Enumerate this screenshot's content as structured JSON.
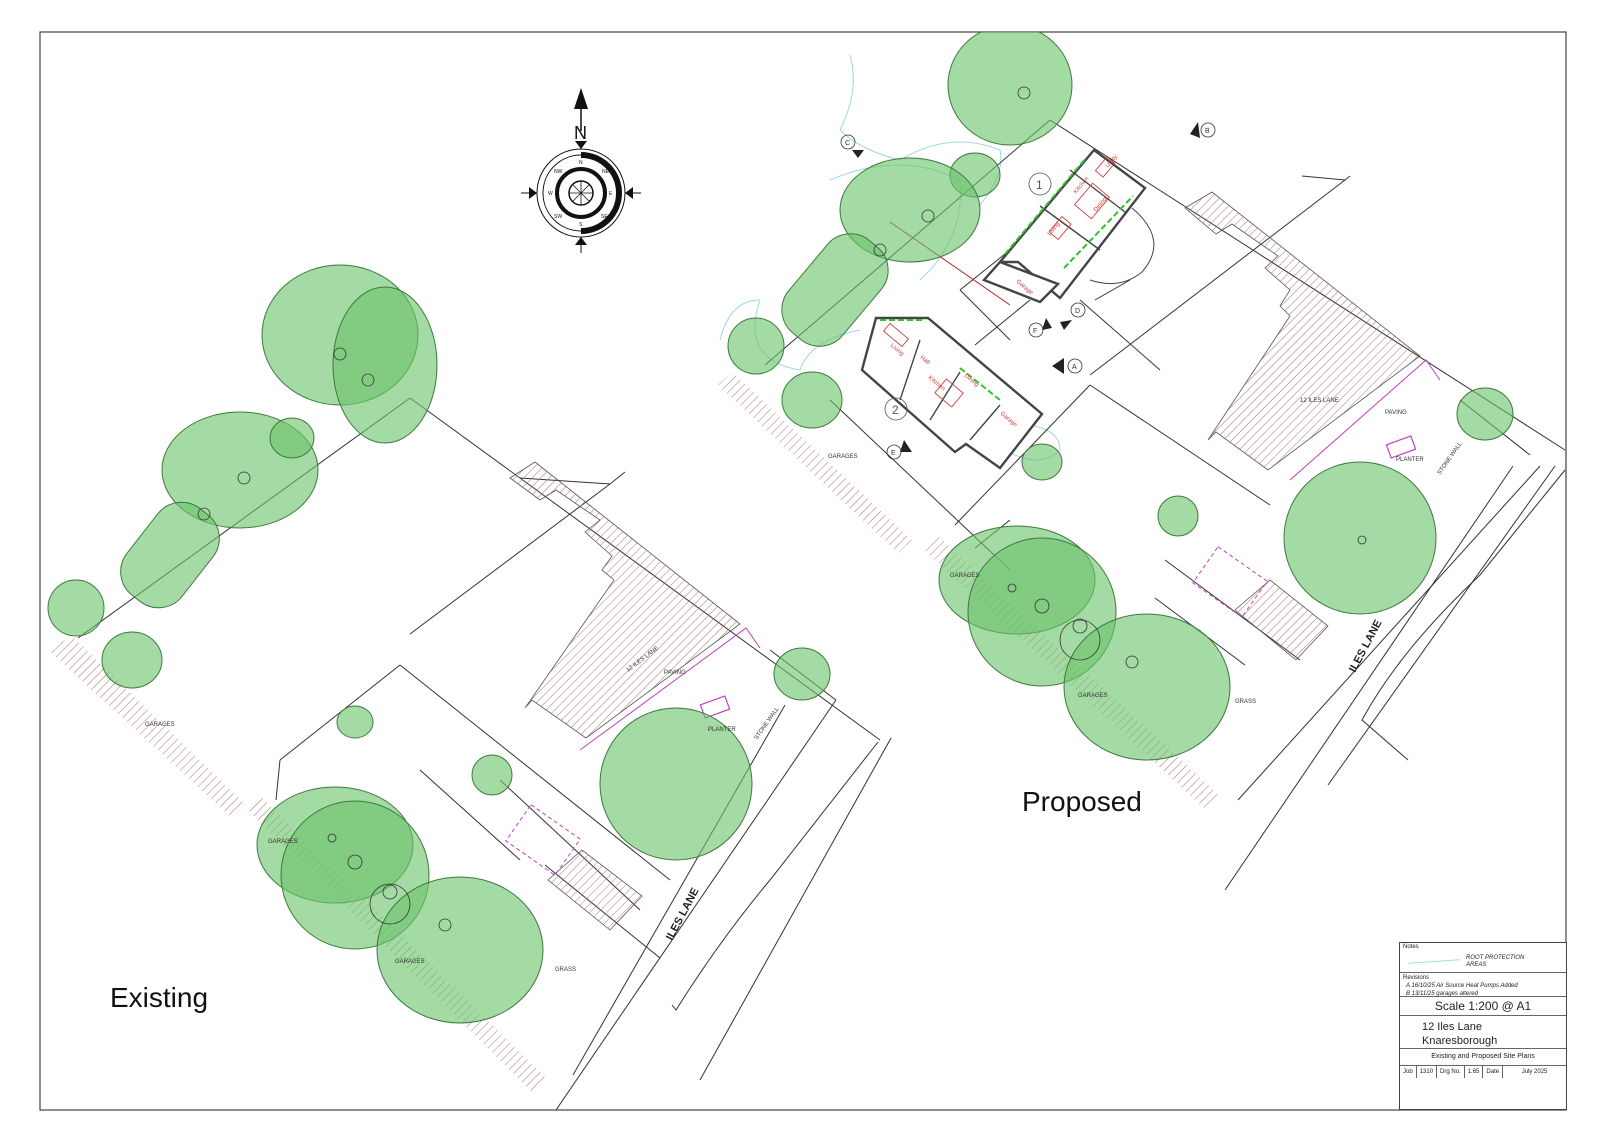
{
  "drawing": {
    "compass": {
      "north_label": "N",
      "ring_labels": [
        "N",
        "NE",
        "E",
        "SE",
        "S",
        "SW",
        "W",
        "NW"
      ]
    },
    "existing": {
      "heading": "Existing",
      "house_label": "12 ILES LANE",
      "road_label": "ILES LANE",
      "garages_labels": [
        "GARAGES",
        "GARAGES",
        "GARAGES"
      ],
      "small_labels": [
        "PLANTER",
        "PAVING",
        "STONE WALL",
        "GRASS"
      ]
    },
    "proposed": {
      "heading": "Proposed",
      "house_label": "12 ILES LANE",
      "road_label": "ILES LANE",
      "garages_labels": [
        "GARAGES",
        "GARAGES",
        "GARAGES"
      ],
      "small_labels": [
        "PLANTER",
        "PAVING",
        "STONE WALL",
        "GRASS"
      ],
      "plots": [
        "1",
        "2"
      ],
      "room_labels_plot1": [
        "Living",
        "Garage",
        "Utility",
        "Kitchen",
        "Dining"
      ],
      "room_labels_plot2": [
        "Living",
        "Kitchen",
        "Dining",
        "Garage",
        "Hall"
      ],
      "section_markers": [
        "A",
        "B",
        "C",
        "D",
        "E",
        "F"
      ]
    }
  },
  "title_block": {
    "notes_heading": "Notes",
    "rpa_legend": [
      "ROOT PROTECTION",
      "AREAS"
    ],
    "revisions_heading": "Revisions",
    "revisions": [
      "A  16/10/25 Air Source Heat Pumps Added",
      "B  13/11/25 garages altered"
    ],
    "scale": "Scale 1:200 @ A1",
    "address_line1": "12 Iles Lane",
    "address_line2": "Knaresborough",
    "description": "Existing and Proposed Site Plans",
    "job_label": "Job",
    "job_number": "1310",
    "drg_label": "Drg No.",
    "drg_number": "1.65",
    "date_label": "Date",
    "date_value": "July 2025"
  },
  "colors": {
    "tree_fill": "#6cc36c",
    "tree_stroke": "#3c7a3c",
    "hatch": "#b07070",
    "boundary": "#333333",
    "magenta": "#c040c0",
    "rpa": "#9ed9d9",
    "room_red": "#d04040",
    "glazing_green": "#30c030"
  }
}
